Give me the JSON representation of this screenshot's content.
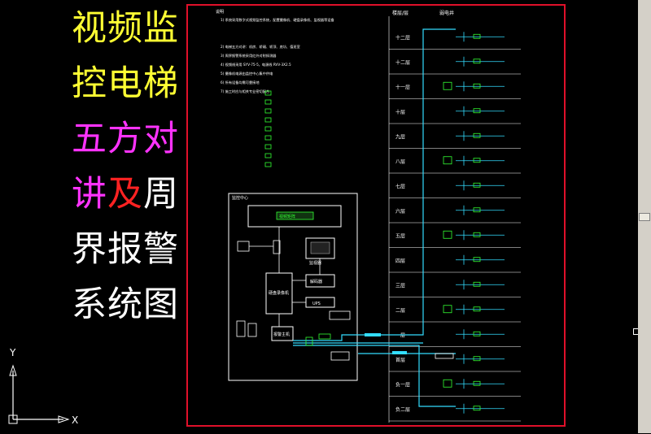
{
  "title": {
    "lines": [
      {
        "segments": [
          {
            "text": "视频监",
            "color": "#ffff33"
          }
        ]
      },
      {
        "segments": [
          {
            "text": "控电梯",
            "color": "#ffff33"
          }
        ]
      },
      {
        "segments": [
          {
            "text": "五方对",
            "color": "#ff33ff"
          }
        ]
      },
      {
        "segments": [
          {
            "text": "讲",
            "color": "#ff33ff"
          },
          {
            "text": "及",
            "color": "#ff2222"
          },
          {
            "text": "周",
            "color": "#ffffff"
          }
        ]
      },
      {
        "segments": [
          {
            "text": "界报警",
            "color": "#ffffff"
          }
        ]
      },
      {
        "segments": [
          {
            "text": "系统图",
            "color": "#ffffff"
          }
        ]
      }
    ]
  },
  "drawing": {
    "header_left": "楼层/层",
    "header_right": "弱电井",
    "floors": [
      "十二层",
      "十二层",
      "十一层",
      "十层",
      "九层",
      "八层",
      "七层",
      "六层",
      "五层",
      "四层",
      "三层",
      "二层",
      "一层",
      "首层",
      "负一层",
      "负二层"
    ],
    "notes_title": "说明",
    "notes": [
      "1)  系统采用数字式视频监控系统，配置摄像机、硬盘录像机、监视器等设备",
      "2)  电梯五方对讲：机房、轿厢、轿顶、底坑、值班室",
      "3)  周界报警系统采用红外对射探测器",
      "4)  视频线采用 SYV-75-5，电源线 RVV-3X2.5",
      "5)  摄像机电源由监控中心集中供电",
      "6)  所有设备均需可靠接地",
      "7)  施工时应与相关专业密切配合"
    ],
    "control_room_label": "监控中心",
    "matrix_label": "视频矩阵",
    "monitor_label": "监视器",
    "dvr_label": "硬盘录像机",
    "alarm_label": "报警主机",
    "decoder_label": "解码器",
    "ups_label": "UPS"
  },
  "ucs": {
    "x_label": "X",
    "y_label": "Y"
  },
  "colors": {
    "accent_frame": "#e0102a",
    "wire": "#33ddff",
    "device": "#33ff33",
    "line": "#ffffff",
    "ui_gray": "#d4d0c8"
  }
}
